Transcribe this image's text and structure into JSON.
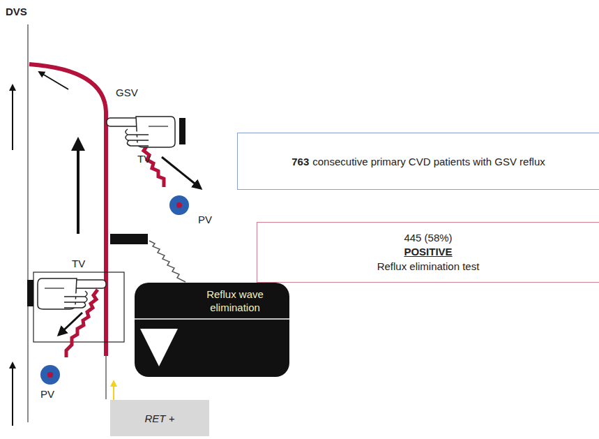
{
  "diagram": {
    "nodes": [
      {
        "text": [
          "763",
          "consecutive primary CVD patients with GSV reflux"
        ]
      },
      {
        "text": [
          "445 (58%)",
          "POSITIVE",
          "Reflux elimination test"
        ]
      },
      {
        "text": [
          "Reflux wave elimination"
        ]
      },
      {
        "text": [
          "RET +"
        ]
      }
    ],
    "labels": [
      "DVS",
      "GSV",
      "TV",
      "PV",
      "TV",
      "PV"
    ]
  }
}
